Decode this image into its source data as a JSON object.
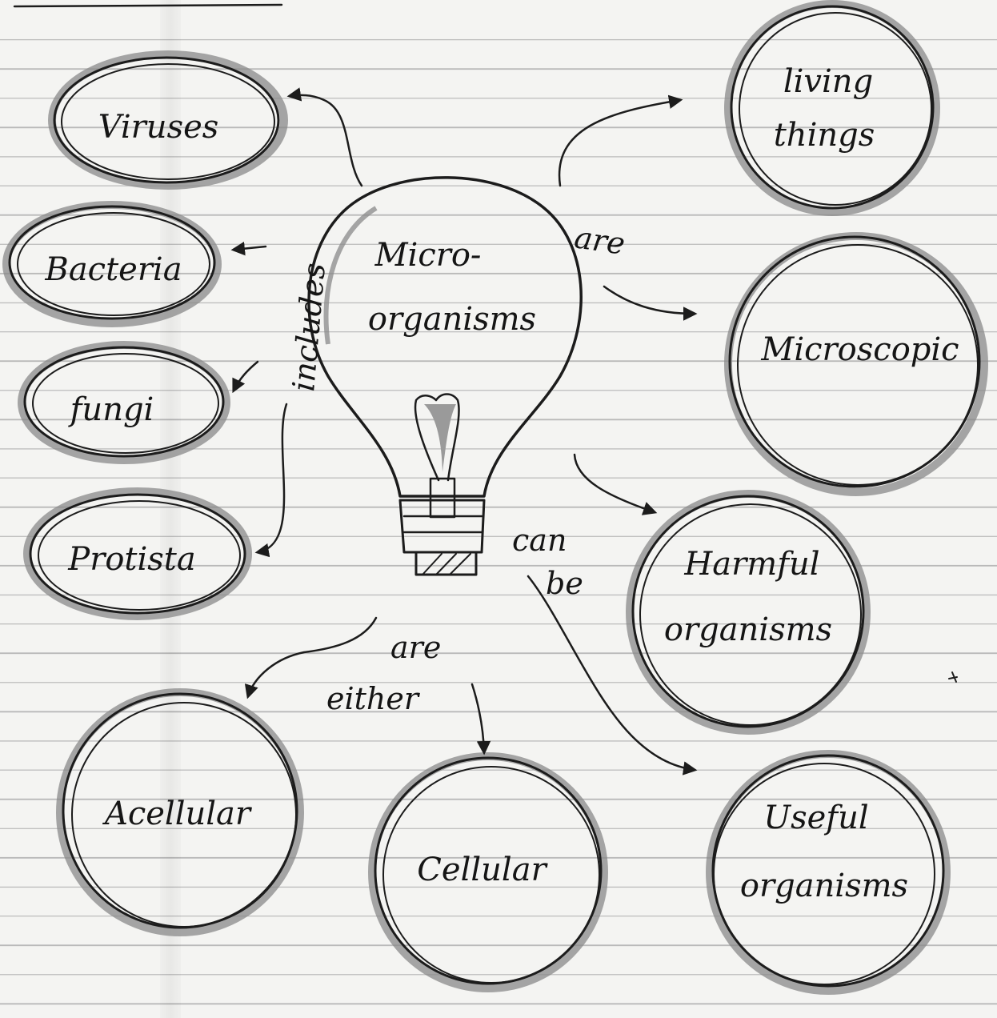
{
  "diagram": {
    "central": {
      "line1": "Micro-",
      "line2": "organisms"
    },
    "includes_label": "includes",
    "includes_items": [
      "Viruses",
      "Bacteria",
      "fungi",
      "Protista"
    ],
    "are_label": "are",
    "are_items": [
      {
        "line1": "living",
        "line2": "things"
      },
      {
        "line1": "Microscopic",
        "line2": ""
      }
    ],
    "can_be_label": {
      "line1": "can",
      "line2": "be"
    },
    "can_be_items": [
      {
        "line1": "Harmful",
        "line2": "organisms"
      },
      {
        "line1": "Useful",
        "line2": "organisms"
      }
    ],
    "are_either_label": {
      "line1": "are",
      "line2": "either"
    },
    "are_either_items": [
      "Acellular",
      "Cellular"
    ]
  }
}
